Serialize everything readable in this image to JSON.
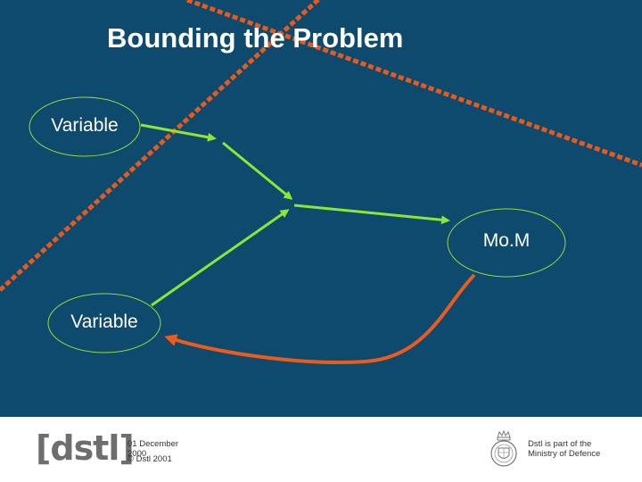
{
  "slide": {
    "title": "Bounding the Problem",
    "nodes": {
      "variable_top": "Variable",
      "mom": "Mo.M",
      "variable_bottom": "Variable"
    }
  },
  "footer": {
    "logo_text": "[dstl]",
    "date": "01 December 2000",
    "copyright": "© Dstl 2001",
    "mod_text": "Dstl is part of the Ministry of Defence"
  },
  "colors": {
    "background": "#0d4a6e",
    "green_arrow": "#8ee632",
    "orange_arrow": "#ec5a1c",
    "dashed_boundary": "#e85a1c",
    "node_outline": "#9ad93c"
  },
  "icons": {
    "crest": "royal-crest-icon"
  }
}
